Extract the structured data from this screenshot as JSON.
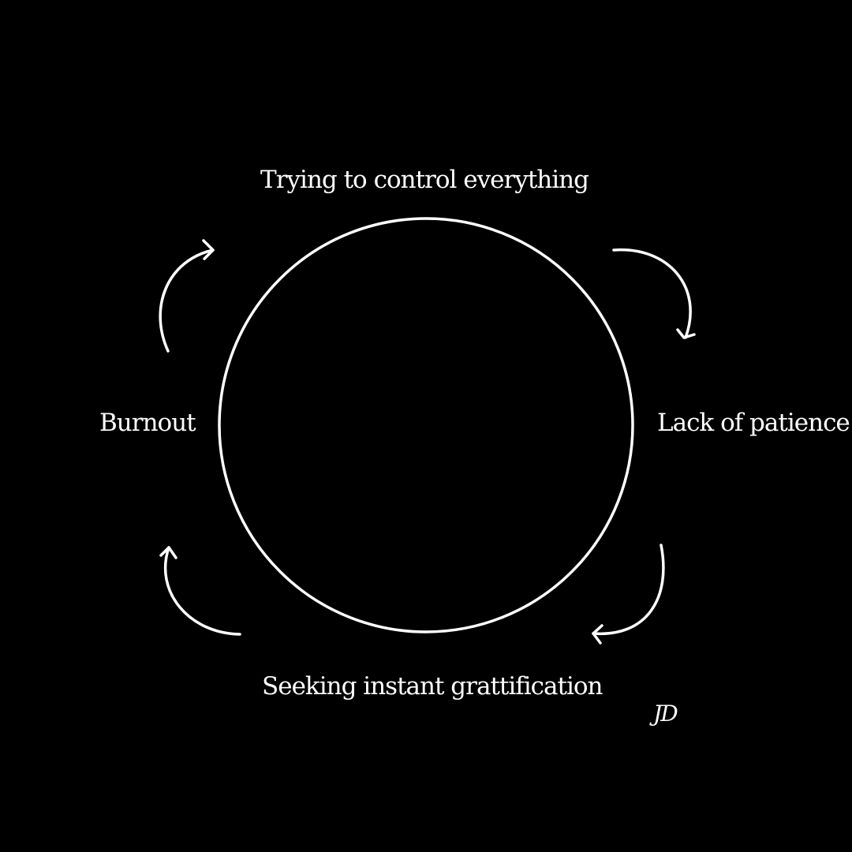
{
  "colors": {
    "background": "#000000",
    "foreground": "#ffffff"
  },
  "cycle": {
    "steps": [
      "Trying to control everything",
      "Lack of patience",
      "Seeking instant grattification",
      "Burnout"
    ],
    "direction": "clockwise"
  },
  "signature": "JD",
  "icons": [
    "circle-ring",
    "clockwise-arrow-icon"
  ]
}
